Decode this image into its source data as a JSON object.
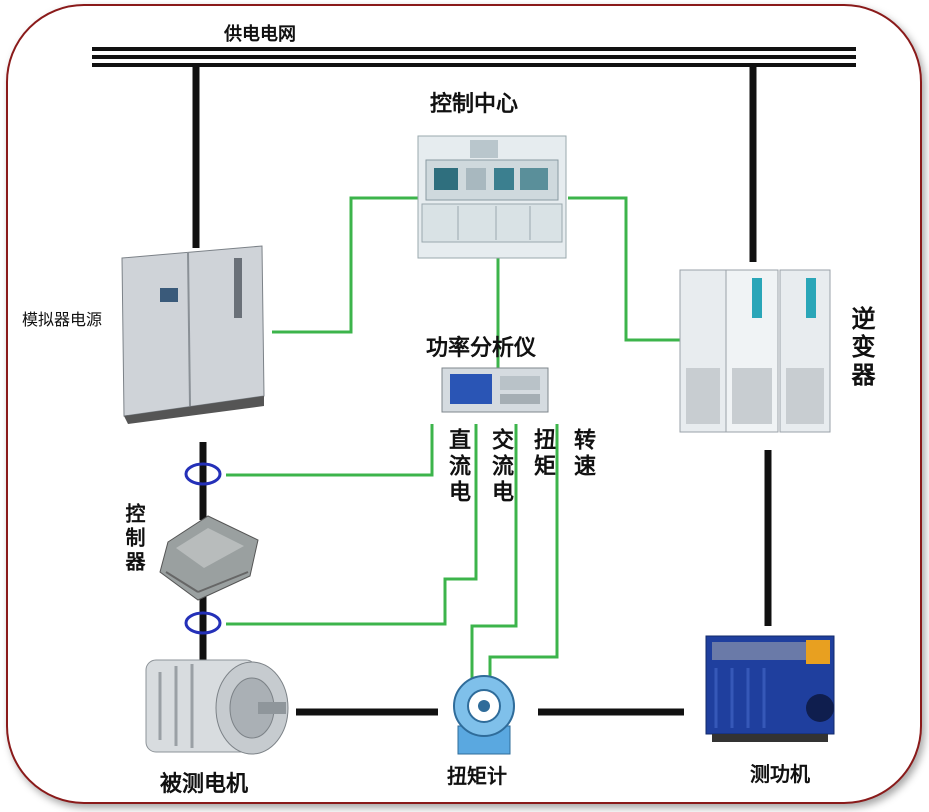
{
  "labels": {
    "grid": "供电电网",
    "control_center": "控制中心",
    "simulated_power": "模拟器电源",
    "power_analyzer": "功率分析仪",
    "inverter": "逆变器",
    "controller": "控制器",
    "motor_under_test": "被测电机",
    "torque_meter": "扭矩计",
    "dynamometer": "测功机",
    "signal_dc": "直流电",
    "signal_ac": "交流电",
    "signal_torque": "扭矩",
    "signal_speed": "转速"
  },
  "colors": {
    "frame": "#8a1a1a",
    "power_line": "#111111",
    "signal_line": "#3cb44b",
    "current_clamp": "#2430b8",
    "inverter_accent": "#2aa6b8",
    "dyno_blue": "#1f3f9e",
    "torque_meter_blue": "#5aa8e0"
  }
}
